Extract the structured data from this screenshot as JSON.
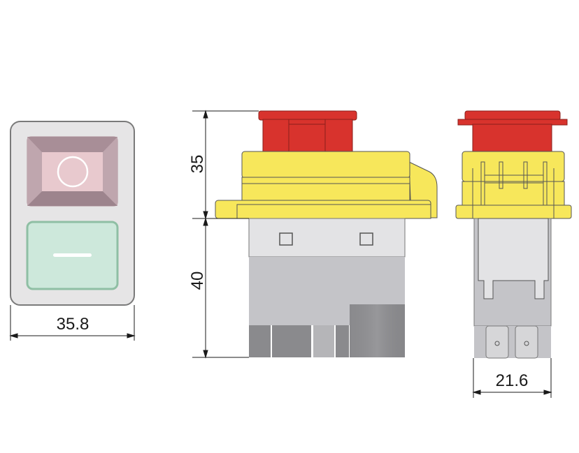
{
  "dimensions": {
    "front_width": "35.8",
    "top_height": "35",
    "bottom_height": "40",
    "side_width": "21.6"
  },
  "colors": {
    "housing_light_gray": "#e6e5e6",
    "housing_outline": "#7a7a7a",
    "off_button_pink": "#e8c9ce",
    "off_button_bevel": "#b49aa3",
    "on_button_green": "#cde8db",
    "on_button_border": "#8fbfa4",
    "red_cap": "#d8332d",
    "yellow_body": "#f7e75b",
    "gray_body": "#c4c4c8",
    "light_gray_body": "#e3e3e5",
    "terminal_gray": "#8a8a8d"
  },
  "icons": {
    "off_symbol": "circle-o",
    "on_symbol": "horizontal-bar"
  }
}
